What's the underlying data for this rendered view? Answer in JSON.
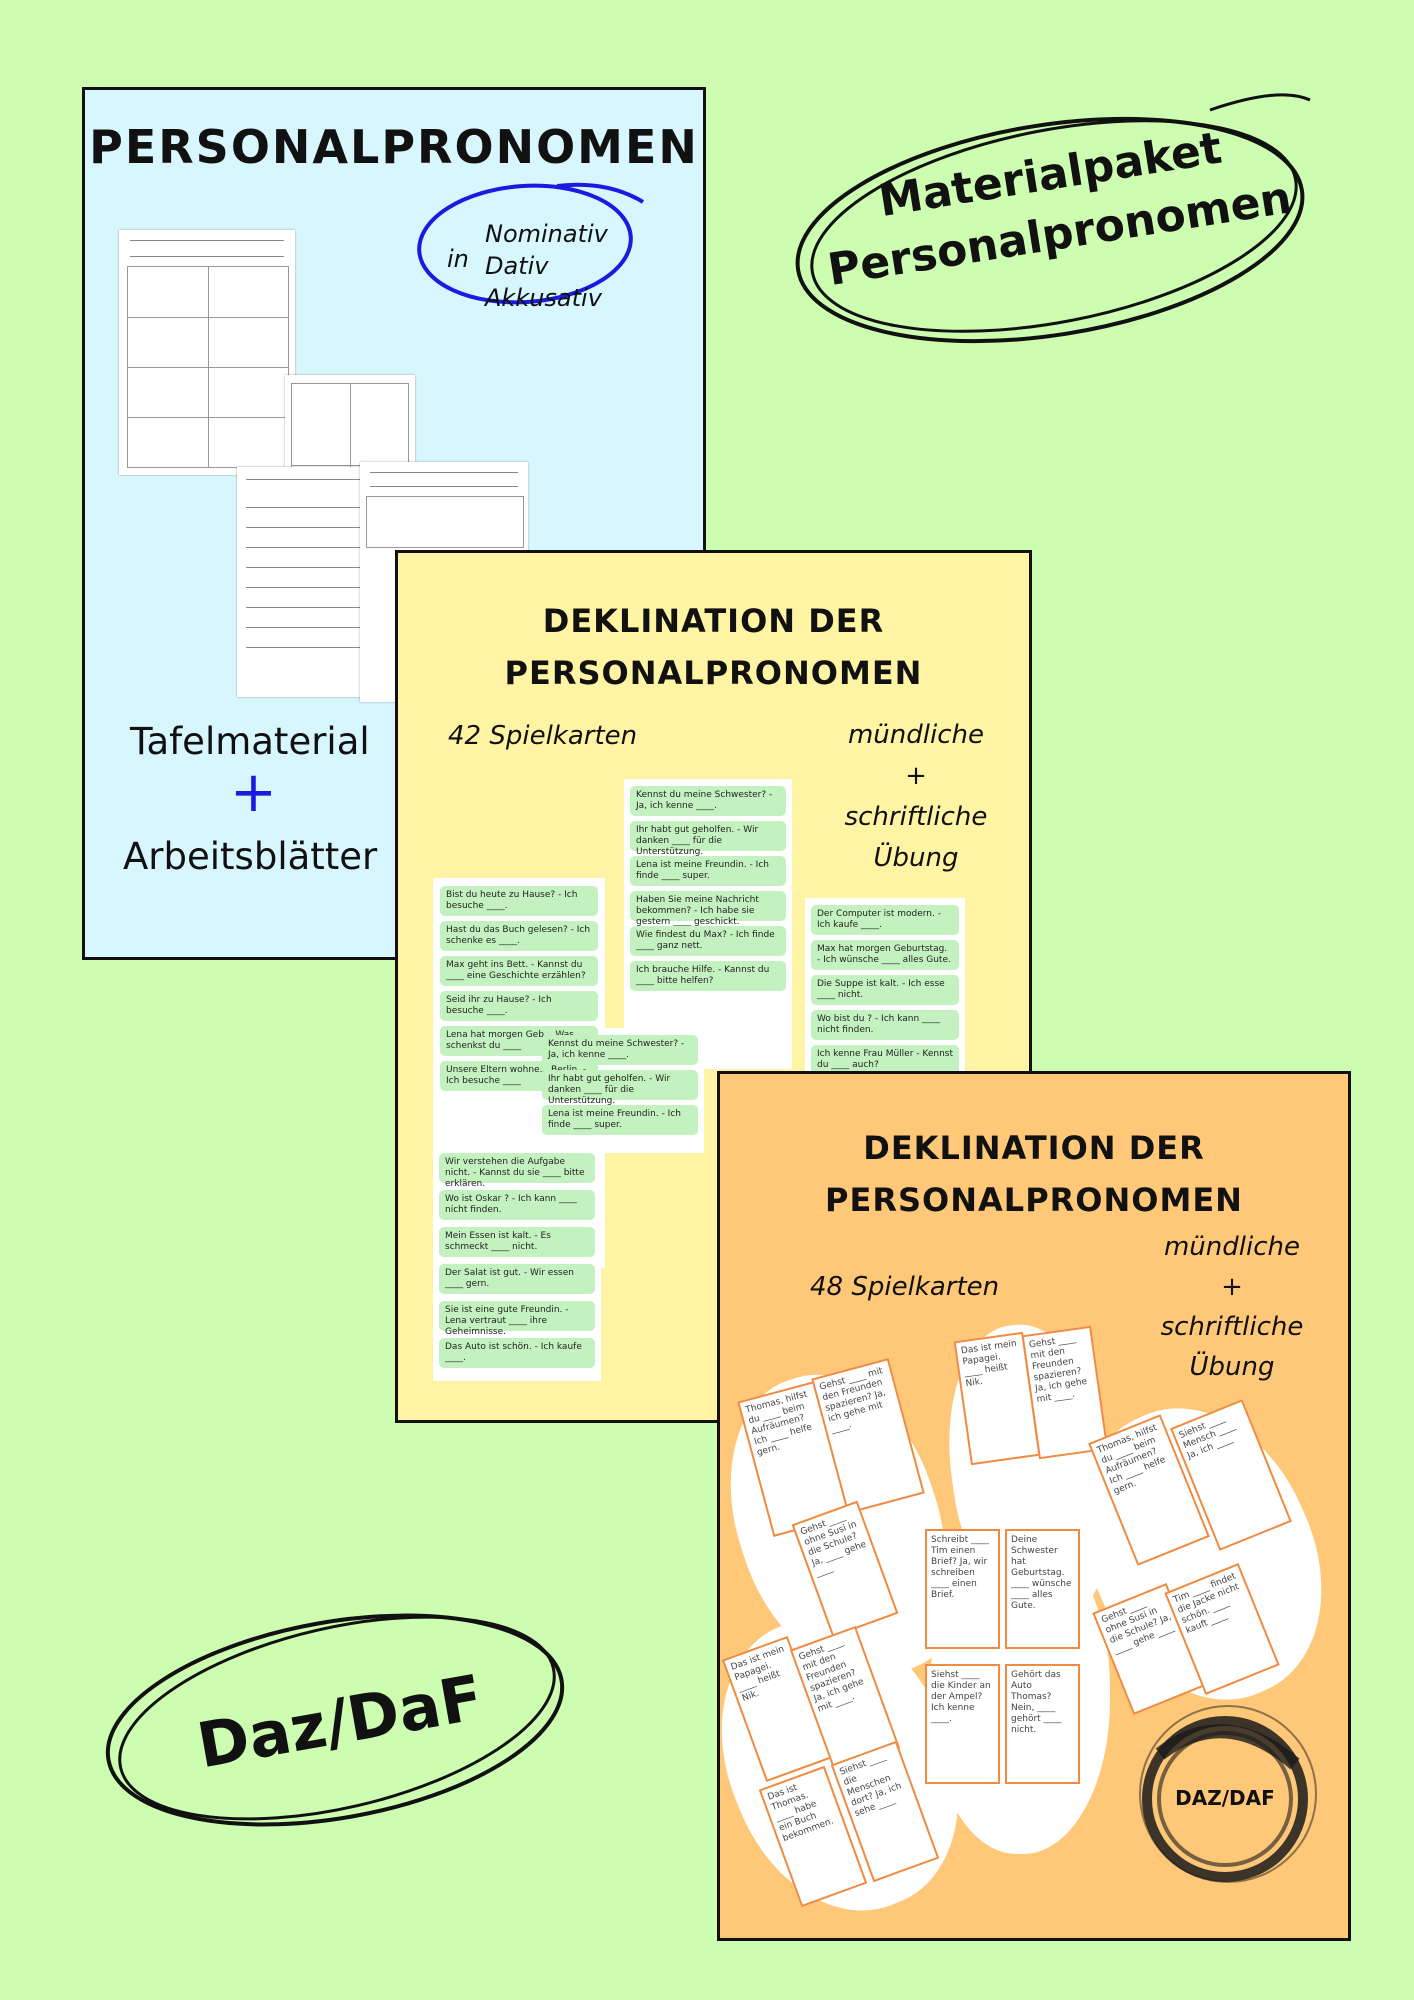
{
  "card1": {
    "title": "PERSONALPRONOMEN",
    "circle_prefix": "in",
    "cases": [
      "Nominativ",
      "Dativ",
      "Akkusativ"
    ],
    "line1": "Tafelmaterial",
    "plus": "+",
    "line2": "Arbeitsblätter",
    "circle_color": "#1a1ae0"
  },
  "card2": {
    "title_line1": "DEKLINATION DER",
    "title_line2": "PERSONALPRONOMEN",
    "count": "42 Spielkarten",
    "right_line1": "mündliche",
    "right_plus": "+",
    "right_line2": "schriftliche",
    "right_line3": "Übung"
  },
  "card3": {
    "title_line1": "DEKLINATION DER",
    "title_line2": "PERSONALPRONOMEN",
    "count": "48 Spielkarten",
    "right_line1": "mündliche",
    "right_plus": "+",
    "right_line2": "schriftliche",
    "right_line3": "Übung",
    "badge": "DAZ/DAF"
  },
  "badge_top": {
    "line1": "Materialpaket",
    "line2": "Personalpronomen"
  },
  "badge_bottom": {
    "label": "Daz/DaF"
  },
  "green_cards_left": [
    "Bist du heute zu Hause? - Ich besuche ____.",
    "Hast du das Buch gelesen? - Ich schenke es ____.",
    "Max geht ins Bett. - Kannst du ____ eine Geschichte erzählen?",
    "Seid ihr zu Hause? - Ich besuche ____.",
    "Lena hat morgen Geb... Was schenkst du ____",
    "Unsere Eltern wohne... Berlin. - Ich besuche ____"
  ],
  "green_cards_mid": [
    "Kennst du meine Schwester? - Ja, ich kenne ____.",
    "Ihr habt gut geholfen. - Wir danken ____ für die Unterstützung.",
    "Lena ist meine Freundin. - Ich finde ____ super.",
    "Haben Sie meine Nachricht bekommen? - Ich habe sie gestern ____ geschickt.",
    "Wie findest du Max? - Ich finde ____ ganz nett.",
    "Ich brauche Hilfe. - Kannst du ____ bitte helfen?"
  ],
  "green_cards_right": [
    "Der Computer ist modern. - Ich kaufe ____.",
    "Max hat morgen Geburtstag. - Ich wünsche ____ alles Gute.",
    "Die Suppe ist kalt. - Ich esse ____ nicht.",
    "Wo bist du ? - Ich kann ____ nicht finden.",
    "Ich kenne Frau Müller - Kennst du ____ auch?"
  ],
  "green_cards_bottom": [
    "Wir verstehen die Aufgabe nicht. - Kannst du sie ____ bitte erklären.",
    "Wo ist Oskar ? - Ich kann ____ nicht finden.",
    "Mein Essen ist kalt. - Es schmeckt ____ nicht.",
    "Der Salat ist gut. - Wir essen ____ gern.",
    "Sie ist eine gute Freundin. - Lena vertraut ____ ihre Geheimnisse.",
    "Das Auto ist schön. - Ich kaufe ____."
  ],
  "green_cards_center": [
    "Kennst du meine Schwester? - Ja, ich kenne ____.",
    "Ihr habt gut geholfen. - Wir danken ____ für die Unterstützung.",
    "Lena ist meine Freundin. - Ich finde ____ super."
  ],
  "orange_cards": [
    "Das ist mein Papagei. ____ heißt Nik.",
    "Gehst ____ mit den Freunden spazieren? Ja, ich gehe mit ____.",
    "Thomas, hilfst du ____ beim Aufräumen? Ich ____ helfe gern.",
    "Schreibt ____ Tim einen Brief? Ja, wir schreiben ____ einen Brief.",
    "Deine Schwester hat Geburtstag. ____ wünsche ____ alles Gute.",
    "Gehst ____ ohne Susi in die Schule? Ja, ____ gehe ____",
    "Siehst ____ die Kinder an der Ampel? Ich kenne ____.",
    "Gehört das Auto Thomas? Nein, ____ gehört ____ nicht.",
    "Das ist Thomas. ____ habe ein Buch bekommen.",
    "Siehst ____ die Menschen dort? Ja, ich sehe ____",
    "Tim ____ findet die Jacke nicht schön. ____ kauft ____",
    "Siehst ____ Mensch ____ Ja, ich ____"
  ]
}
